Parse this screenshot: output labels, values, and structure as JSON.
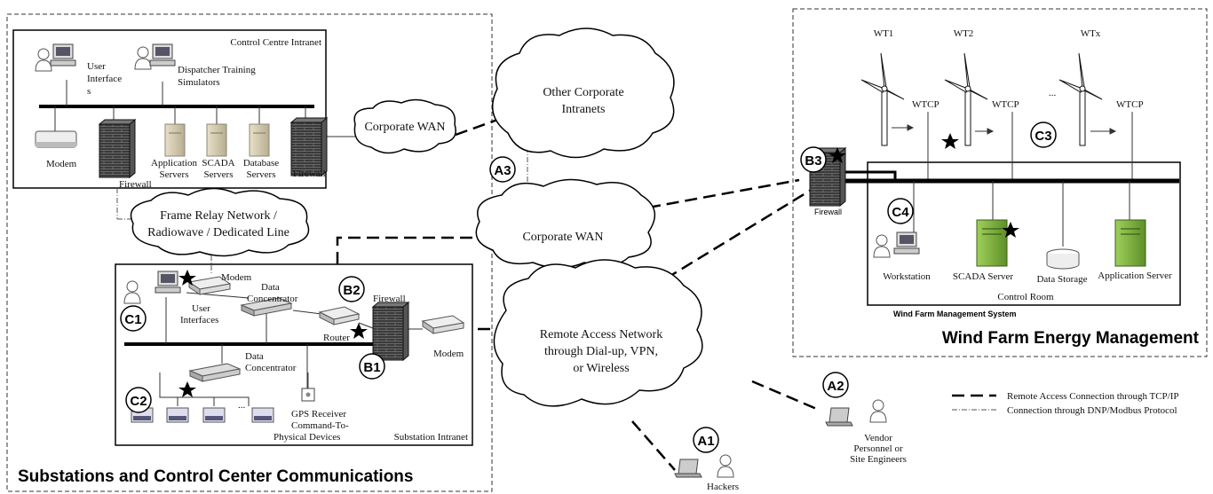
{
  "regions": {
    "substations_title": "Substations and Control Center Communications",
    "wind_title": "Wind Farm Energy Management",
    "control_centre": "Control Centre Intranet",
    "substation_intranet": "Substation Intranet",
    "control_room": "Control Room",
    "wfms": "Wind Farm Management System"
  },
  "clouds": {
    "corp_wan_left": "Corporate WAN",
    "other_corp_1": "Other Corporate",
    "other_corp_2": "Intranets",
    "frame_relay_1": "Frame Relay Network /",
    "frame_relay_2": "Radiowave / Dedicated Line",
    "corp_wan_mid": "Corporate WAN",
    "remote_1": "Remote Access Network",
    "remote_2": "through Dial-up, VPN,",
    "remote_3": "or Wireless"
  },
  "control_centre": {
    "user_if_1": "User",
    "user_if_2": "Interface",
    "user_if_3": "s",
    "dts_1": "Dispatcher Training",
    "dts_2": "Simulators",
    "modem": "Modem",
    "firewall_1": "Firewall",
    "app_1": "Application",
    "app_2": "Servers",
    "scada_1": "SCADA",
    "scada_2": "Servers",
    "db_1": "Database",
    "db_2": "Servers",
    "firewall_2": "Firewall"
  },
  "substation": {
    "modem_top": "Modem",
    "dc_top_1": "Data",
    "dc_top_2": "Concentrator",
    "user_if_1": "User",
    "user_if_2": "Interfaces",
    "firewall": "Firewall",
    "router": "Router",
    "modem_right": "Modem",
    "dc_bot_1": "Data",
    "dc_bot_2": "Concentrator",
    "gps": "GPS Receiver",
    "ellipsis": "...",
    "cmd_1": "Command-To-",
    "cmd_2": "Physical Devices"
  },
  "wind": {
    "wt1": "WT1",
    "wt2": "WT2",
    "wtx": "WTx",
    "wtcp_1": "WTCP",
    "wtcp_2": "WTCP",
    "wtcp_3": "WTCP",
    "ellipsis": "...",
    "firewall": "Firewall",
    "workstation": "Workstation",
    "scada": "SCADA Server",
    "storage": "Data Storage",
    "app": "Application Server"
  },
  "markers": {
    "a1": "A1",
    "a2": "A2",
    "a3": "A3",
    "b1": "B1",
    "b2": "B2",
    "b3": "B3",
    "c1": "C1",
    "c2": "C2",
    "c3": "C3",
    "c4": "C4"
  },
  "actors": {
    "hackers": "Hackers",
    "vendor_1": "Vendor",
    "vendor_2": "Personnel or",
    "vendor_3": "Site Engineers"
  },
  "legend": {
    "remote": "Remote Access Connection through TCP/IP",
    "dnp": "Connection through DNP/Modbus Protocol"
  }
}
